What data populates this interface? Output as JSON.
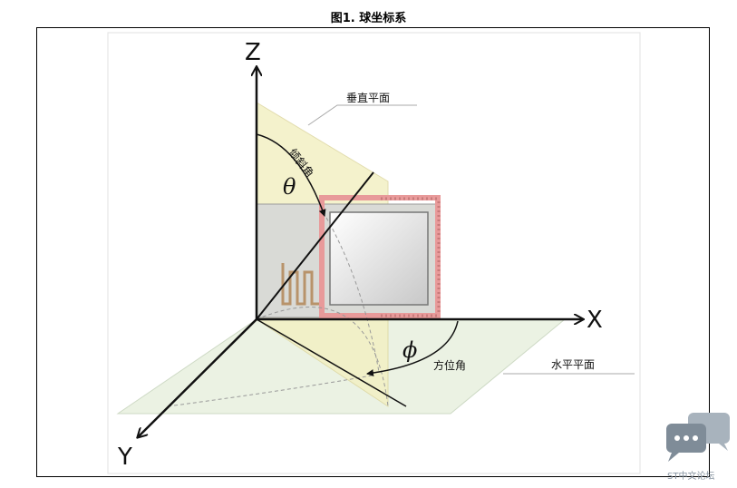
{
  "title": "图1. 球坐标系",
  "axes": {
    "x": "X",
    "y": "Y",
    "z": "Z"
  },
  "labels": {
    "vertical_plane": "垂直平面",
    "horizontal_plane": "水平平面",
    "tilt_angle": "倾斜角",
    "azimuth_angle": "方位角",
    "theta": "θ",
    "phi": "ϕ"
  },
  "watermark": {
    "text": "ST中文论坛",
    "icon": "chat-bubble-icon"
  },
  "colors": {
    "vertical_plane": "#f3f0c4",
    "horizontal_plane": "#e9f1e1",
    "pcb_outline": "#e89a9a",
    "line": "#111111",
    "watermark": "#8a96a3"
  }
}
